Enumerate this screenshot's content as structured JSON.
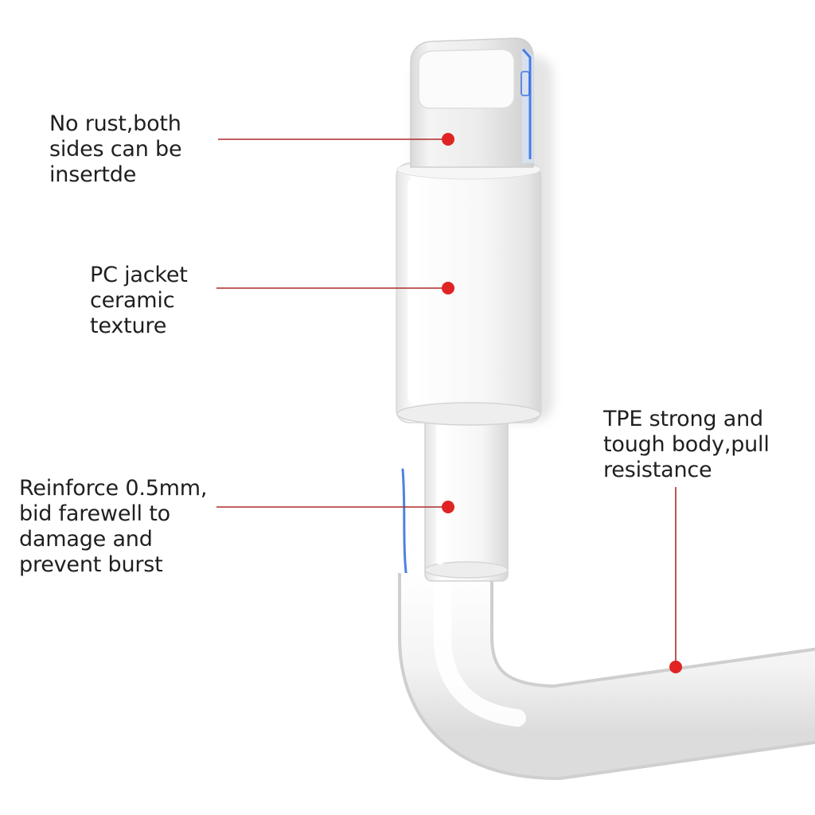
{
  "callouts": {
    "connector_pins": {
      "lines": [
        "No rust,both",
        "sides can be",
        "insertde"
      ]
    },
    "pc_jacket": {
      "lines": [
        "PC jacket",
        "ceramic",
        "texture"
      ]
    },
    "reinforcement": {
      "lines": [
        "Reinforce 0.5mm,",
        "bid farewell to",
        "damage and",
        "prevent burst"
      ]
    },
    "tpe_body": {
      "lines": [
        "TPE strong and",
        "tough body,pull",
        "resistance"
      ]
    }
  },
  "colors": {
    "background": "#ffffff",
    "leader_line": "#b02a2a",
    "marker_dot": "#e02424",
    "accent_blue": "#2f6bdc",
    "text": "#1f1f1f"
  }
}
